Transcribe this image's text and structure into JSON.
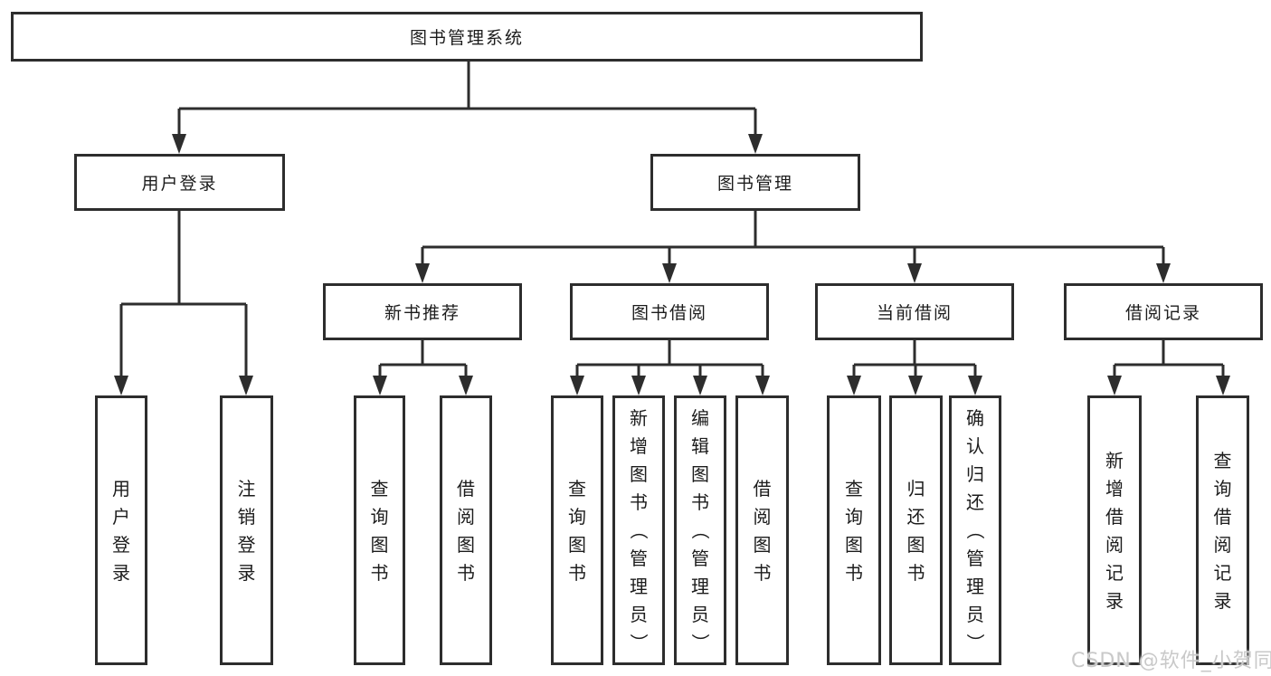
{
  "diagram": {
    "colors": {
      "line": "#2d2d2d",
      "text": "#1c1c1c",
      "background": "#ffffff",
      "watermark": "#c9c9c9"
    },
    "watermark": "CSDN @软件_小贺同学",
    "tree": {
      "root": {
        "label": "图书管理系统"
      },
      "children": [
        {
          "label": "用户登录",
          "children": [
            {
              "label": "用户登录"
            },
            {
              "label": "注销登录"
            }
          ]
        },
        {
          "label": "图书管理",
          "children": [
            {
              "label": "新书推荐",
              "children": [
                {
                  "label": "查询图书"
                },
                {
                  "label": "借阅图书"
                }
              ]
            },
            {
              "label": "图书借阅",
              "children": [
                {
                  "label": "查询图书"
                },
                {
                  "label": "新增图书（管理员）"
                },
                {
                  "label": "编辑图书（管理员）"
                },
                {
                  "label": "借阅图书"
                }
              ]
            },
            {
              "label": "当前借阅",
              "children": [
                {
                  "label": "查询图书"
                },
                {
                  "label": "归还图书"
                },
                {
                  "label": "确认归还（管理员）"
                }
              ]
            },
            {
              "label": "借阅记录",
              "children": [
                {
                  "label": "新增借阅记录"
                },
                {
                  "label": "查询借阅记录"
                }
              ]
            }
          ]
        }
      ]
    }
  }
}
